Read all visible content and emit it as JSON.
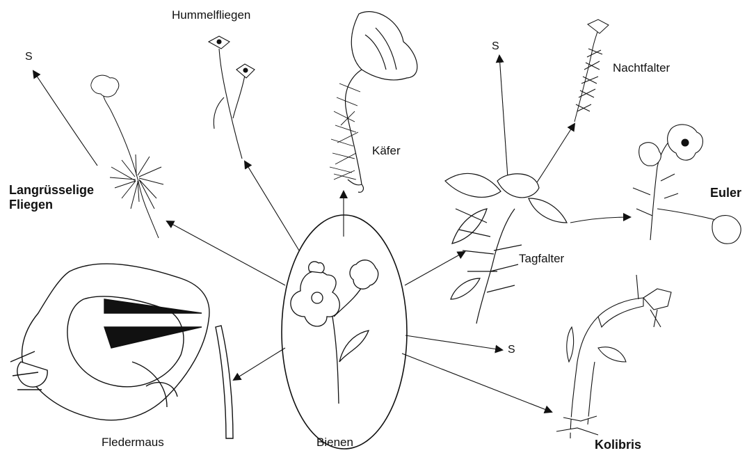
{
  "colors": {
    "ink": "#111111",
    "paper": "#ffffff",
    "petal": "#f7f7f7"
  },
  "center": {
    "label": "Bienen"
  },
  "labels": {
    "hummelfliegen": "Hummelfliegen",
    "kaefer": "Käfer",
    "nachtfalter": "Nachtfalter",
    "langruesselige": "Langrüsselige",
    "fliegen": "Fliegen",
    "euler": "Euler",
    "tagfalter": "Tagfalter",
    "fledermaus": "Fledermaus",
    "kolibris": "Kolibris",
    "s_left": "S",
    "s_mid": "S",
    "s_right": "S"
  },
  "icons": [
    "flower-icon",
    "arrow-icon"
  ]
}
